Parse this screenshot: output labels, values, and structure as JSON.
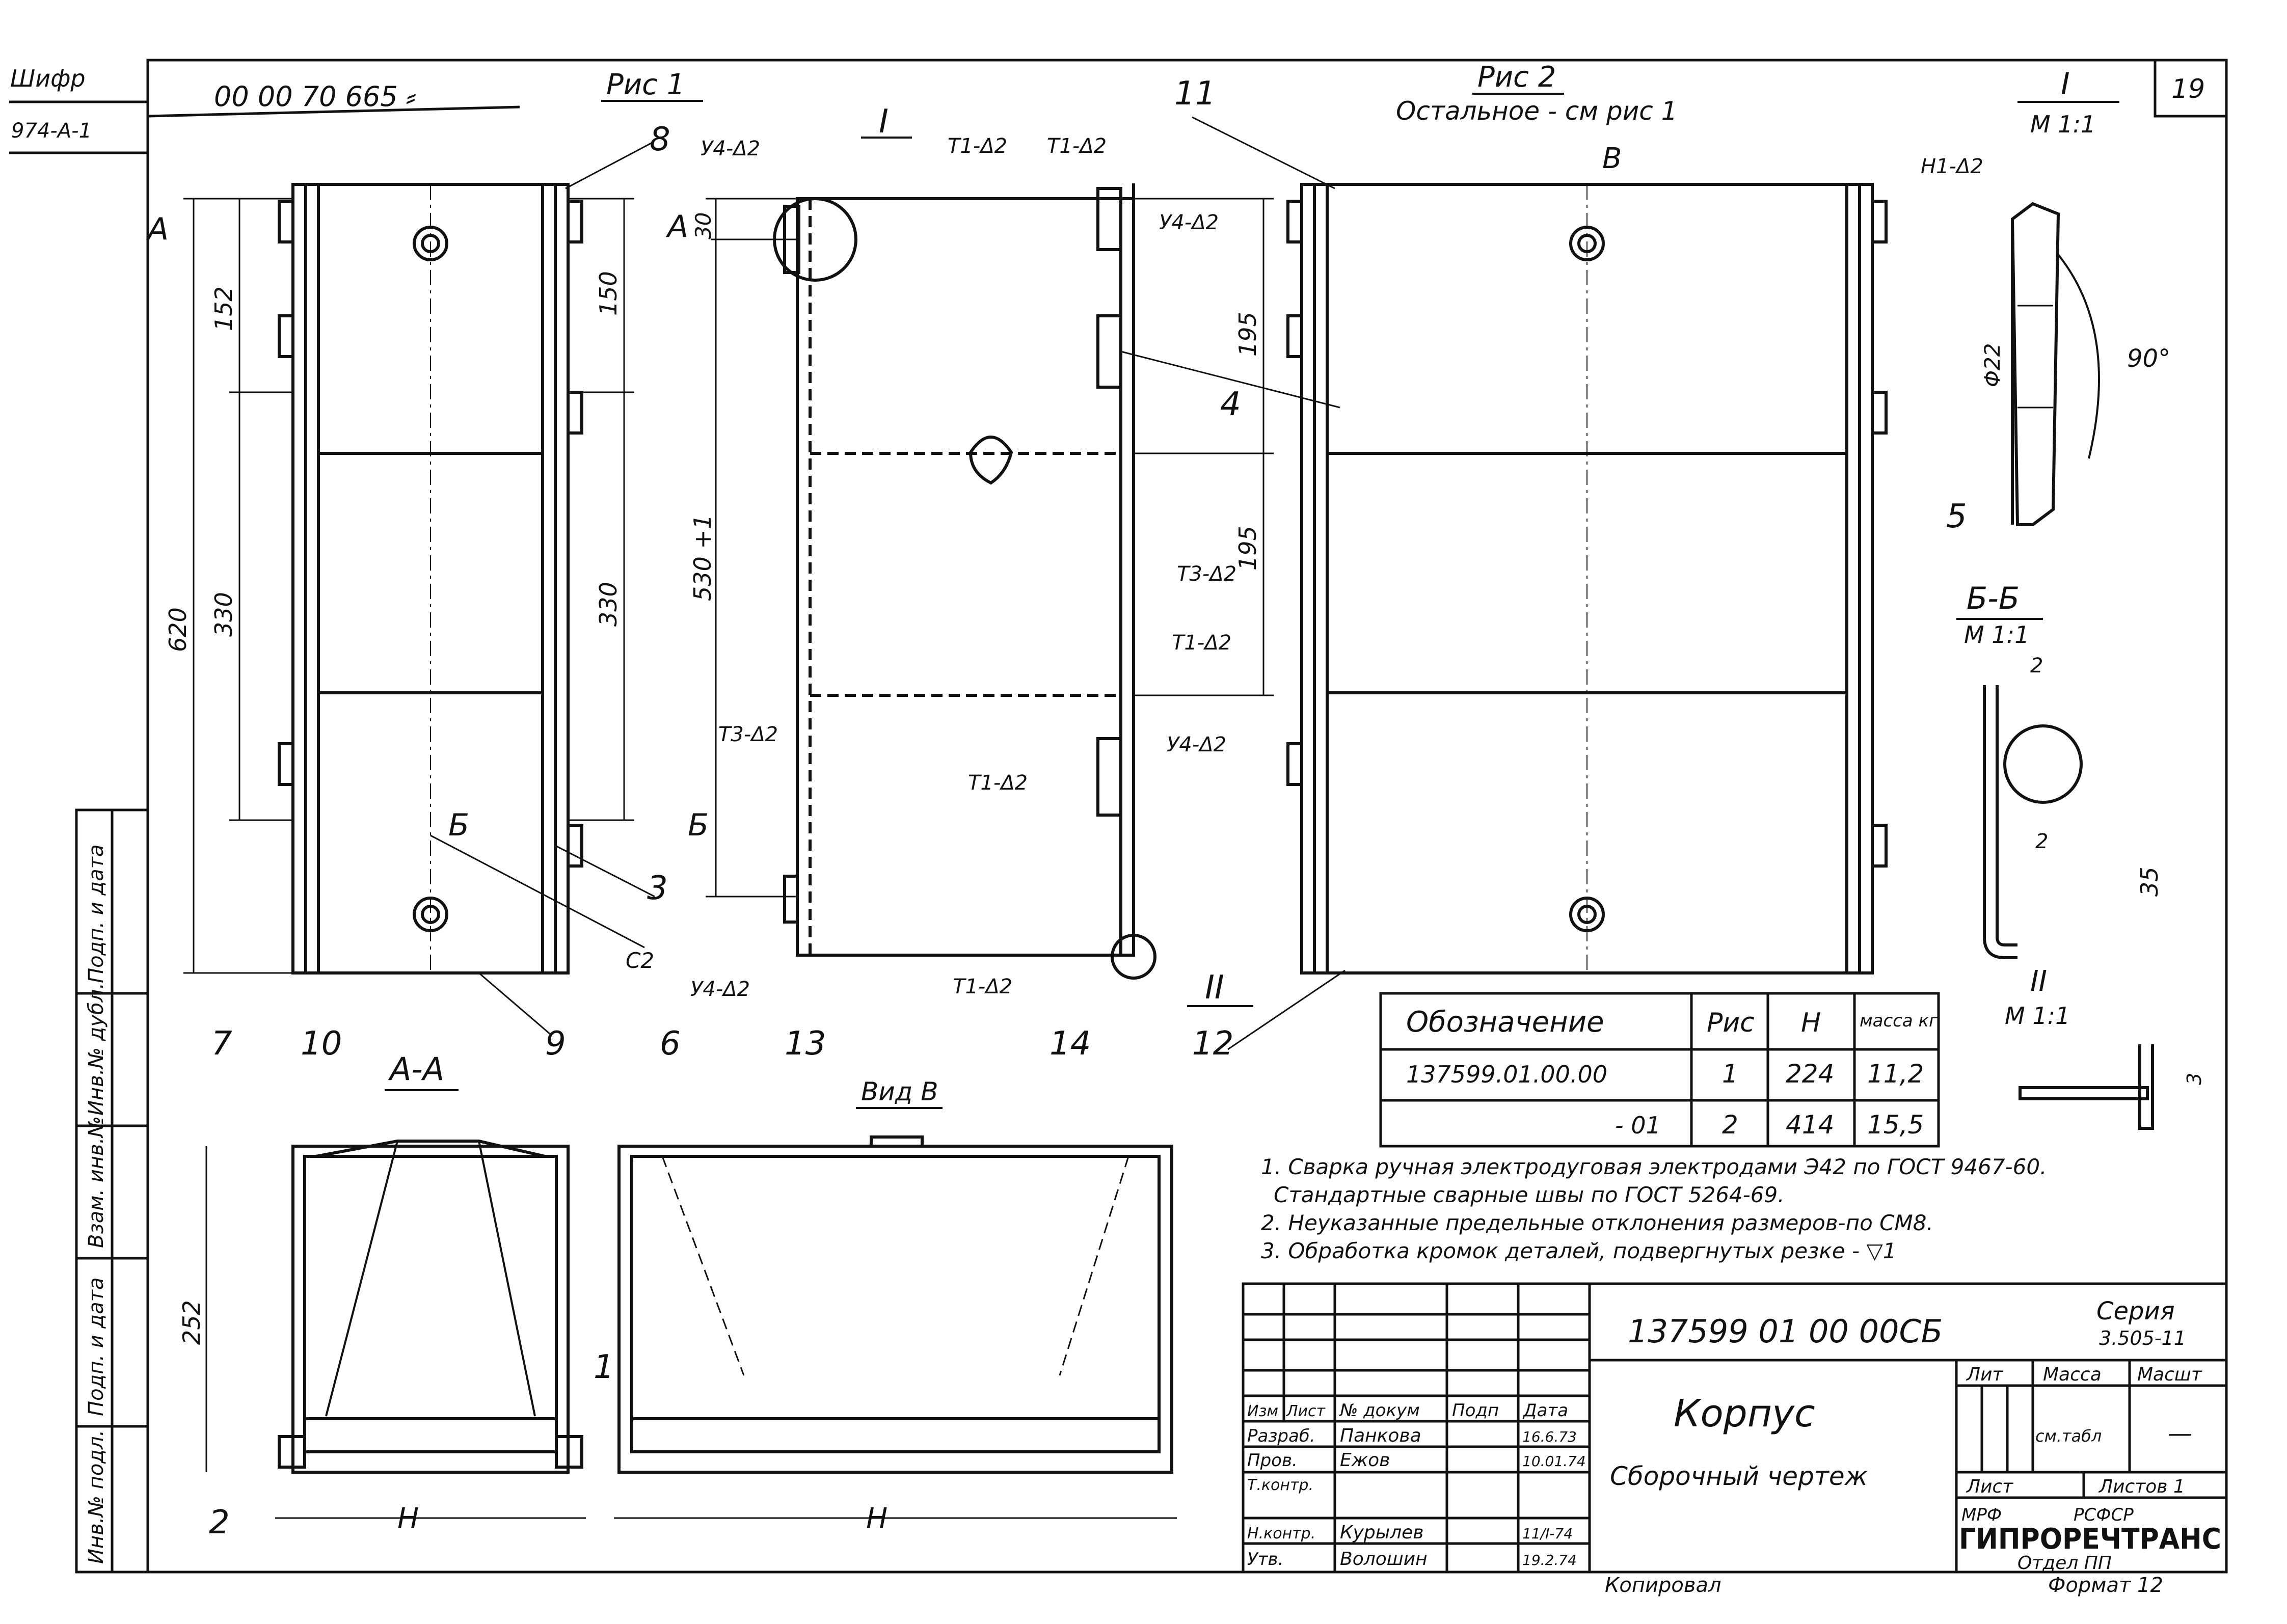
{
  "sheet": {
    "sheet_number": "19",
    "cipher_label": "Шифр",
    "cipher_code": "974-А-1",
    "archive_number": "00 00 70 665 ⸗"
  },
  "views": {
    "fig1_title": "Рис 1",
    "fig2_title": "Рис 2",
    "fig2_note": "Остальное - см рис 1",
    "view_b_arrow": "В",
    "view_b_title": "Вид В",
    "section_aa_title": "А-А",
    "detail1_title": "I",
    "detail1_scale": "М 1:1",
    "section_bb_title": "Б-Б",
    "section_bb_scale": "М 1:1",
    "detail2_title": "II",
    "detail2_scale": "М 1:1"
  },
  "marks": {
    "section_a": "А",
    "section_b": "Б",
    "detail_i": "I",
    "detail_ii": "II"
  },
  "dimensions": {
    "d152": "152",
    "d330_left": "330",
    "d620": "620",
    "d150": "150",
    "d330_right": "330",
    "d30": "30",
    "d530": "530 +1",
    "d195_top": "195",
    "d195_bottom": "195",
    "d252": "252",
    "dH_1": "H",
    "dH_2": "H",
    "d90deg": "90°",
    "d35": "35",
    "d2_a": "2",
    "d2_b": "2",
    "phi": "Φ22",
    "d3": "3"
  },
  "weld_labels": {
    "w1": "У4-Δ2",
    "w2": "Т1-Δ2",
    "w3": "Т1-Δ2",
    "w4": "У4-Δ2",
    "w5": "Т3-Δ2",
    "w6": "Т1-Δ2",
    "w7": "Т3-Δ2",
    "w8": "У4-Δ2",
    "w9": "Т1-Δ2",
    "w10": "У4-Δ2",
    "w11": "Т1-Δ2",
    "w12": "Н1-Δ2",
    "w13": "С2"
  },
  "callouts": [
    "1",
    "2",
    "3",
    "4",
    "5",
    "6",
    "7",
    "8",
    "9",
    "10",
    "11",
    "12",
    "13",
    "14"
  ],
  "spec_table": {
    "headers": [
      "Обозначение",
      "Рис",
      "H",
      "масса кг"
    ],
    "rows": [
      [
        "137599.01.00.00",
        "1",
        "224",
        "11,2"
      ],
      [
        "- 01",
        "2",
        "414",
        "15,5"
      ]
    ]
  },
  "notes": [
    "1. Сварка ручная электродуговая электродами Э42 по ГОСТ 9467-60.",
    "Стандартные сварные швы по ГОСТ 5264-69.",
    "2. Неуказанные предельные отклонения размеров-по СМ8.",
    "3. Обработка кромок деталей, подвергнутых резке - ▽1"
  ],
  "title_block": {
    "designation": "137599 01 00 00СБ",
    "series_label": "Серия",
    "series_value": "3.505-11",
    "name": "Корпус",
    "doc_type": "Сборочный чертеж",
    "col_headers": [
      "Изм",
      "Лист",
      "№ докум",
      "Подп",
      "Дата"
    ],
    "roles": [
      {
        "role": "Разраб.",
        "name": "Панкова",
        "date": "16.6.73"
      },
      {
        "role": "Пров.",
        "name": "Ежов",
        "date": "10.01.74"
      },
      {
        "role": "Т.контр.",
        "name": "",
        "date": ""
      },
      {
        "role": "Н.контр.",
        "name": "Курылев",
        "date": "11/I-74"
      },
      {
        "role": "Утв.",
        "name": "Волошин",
        "date": "19.2.74"
      }
    ],
    "lit_label": "Лит",
    "mass_label": "Масса",
    "scale_label": "Масшт",
    "mass_value": "см.табл",
    "scale_value": "—",
    "sheet_label": "Лист",
    "sheets_label": "Листов 1",
    "org_top_left": "МРФ",
    "org_top_right": "РСФСР",
    "org_name": "ГИПРОРЕЧТРАНС",
    "org_dept": "Отдел ПП",
    "copied_label": "Копировал",
    "format_label": "Формат 12"
  },
  "side_stamps": [
    "Подп. и дата",
    "Инв.№ дубл.",
    "Взам. инв.№",
    "Подп. и дата",
    "Инв.№ подл."
  ]
}
